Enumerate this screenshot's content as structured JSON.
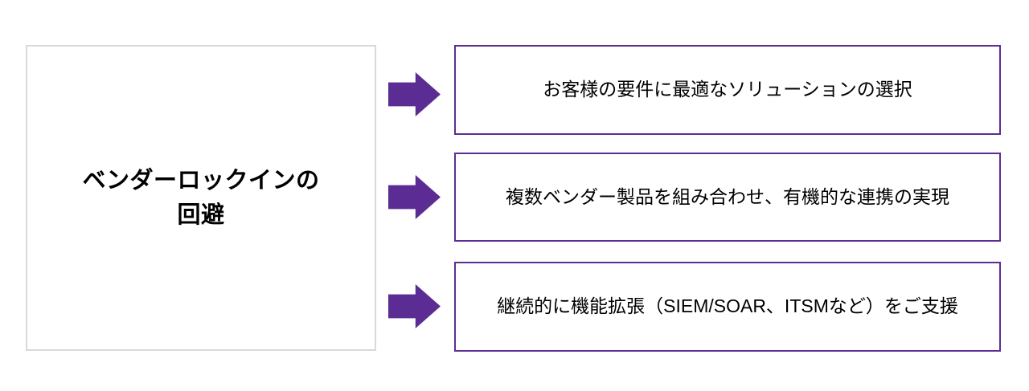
{
  "colors": {
    "purple": "#5B2D94",
    "gray_border": "#D9D9D9",
    "text": "#000000",
    "background": "#ffffff"
  },
  "left_box": {
    "title_line1": "ベンダーロックインの",
    "title_line2": "回避"
  },
  "flow_items": [
    {
      "text": "お客様の要件に最適なソリューションの選択"
    },
    {
      "text": "複数ベンダー製品を組み合わせ、有機的な連携の実現"
    },
    {
      "text": "継続的に機能拡張（SIEM/SOAR、ITSMなど）をご支援"
    }
  ],
  "icons": {
    "arrow_1": "right-arrow",
    "arrow_2": "right-arrow",
    "arrow_3": "right-arrow"
  }
}
